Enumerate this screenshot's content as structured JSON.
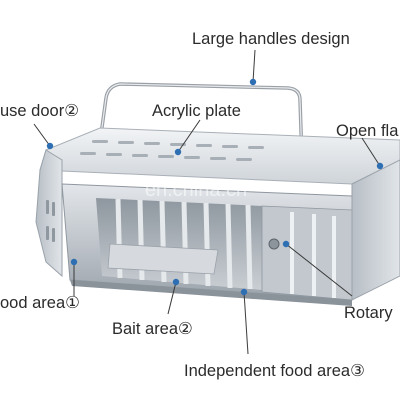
{
  "labels": {
    "handles": "Large handles design",
    "mouse_door": "use door②",
    "acrylic": "Acrylic plate",
    "open_flap": "Open fla",
    "food_area_1": "ood area①",
    "bait_area": "Bait area②",
    "rotary": "Rotary",
    "independent_food": "Independent food area③"
  },
  "watermark": "en.china.cn",
  "colors": {
    "leader": "#3a3a3a",
    "dot": "#2e6fb3",
    "text": "#2b2b2b"
  }
}
